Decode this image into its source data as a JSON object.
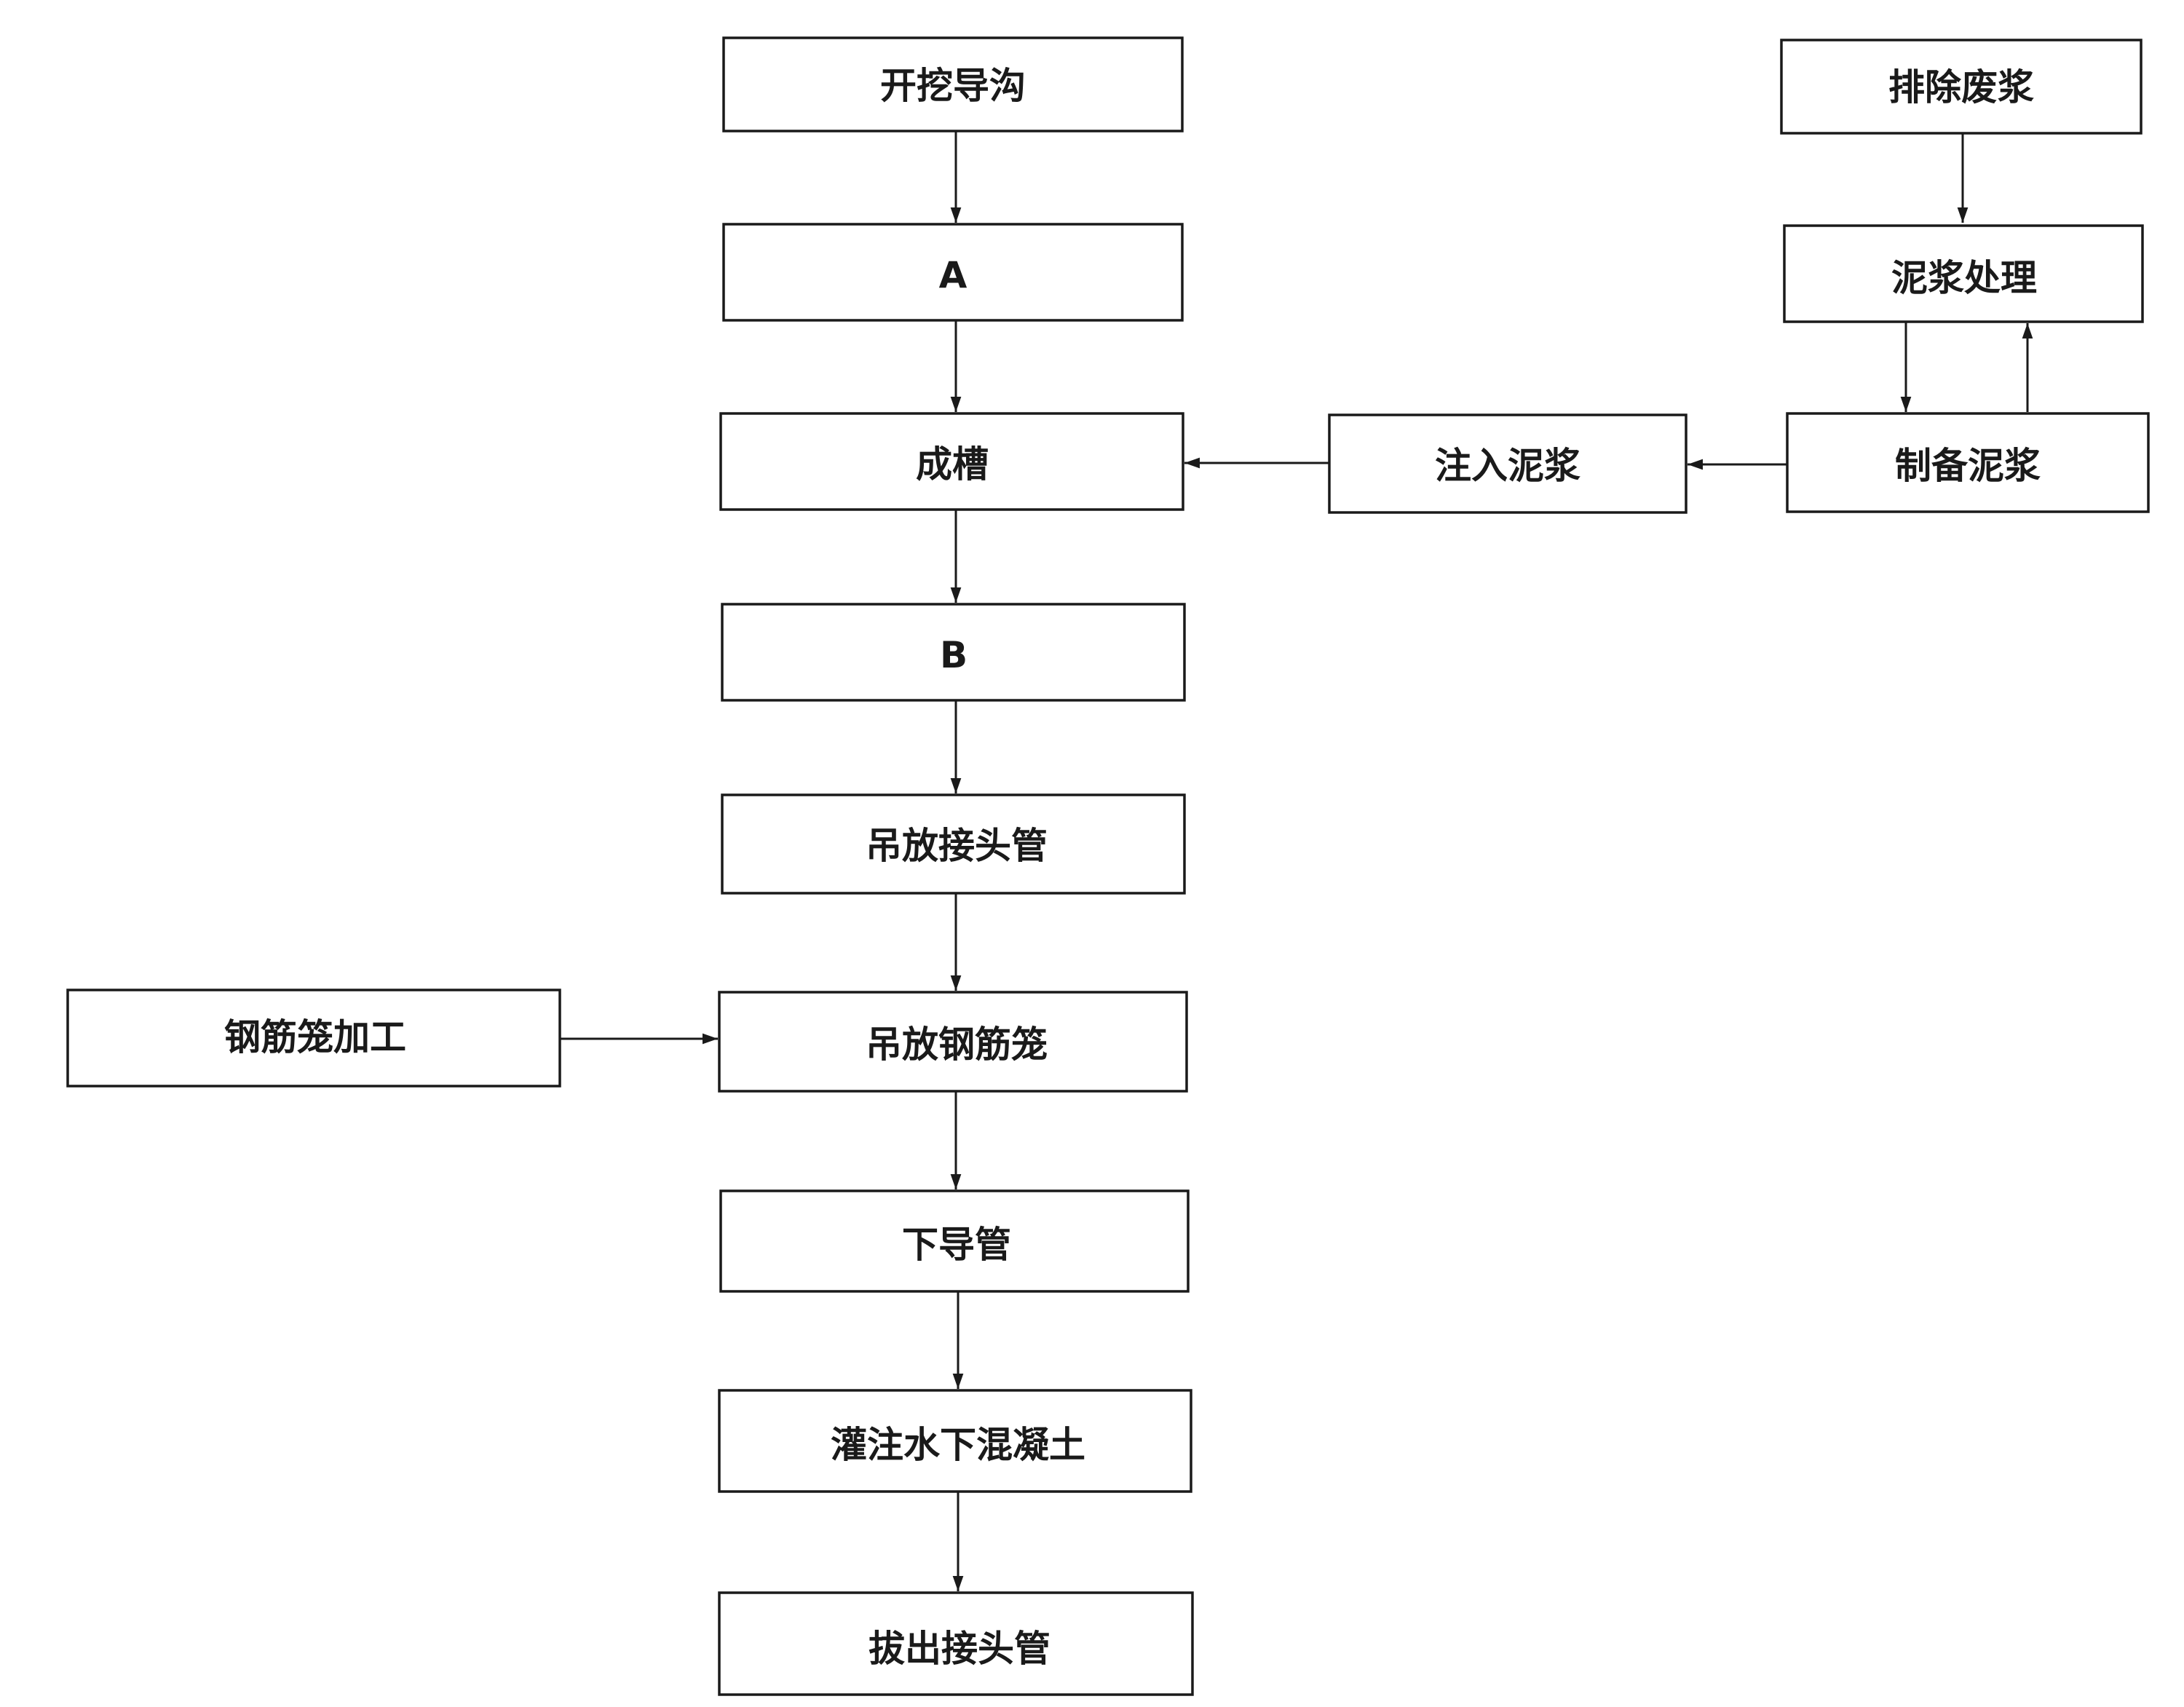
{
  "flowchart": {
    "nodes": {
      "kaiwa_daogou": "开挖导沟",
      "a": "A",
      "chengcao": "成槽",
      "b": "B",
      "diaofang_jietouguan": "吊放接头管",
      "diaofang_gangjinlong": "吊放钢筋笼",
      "xia_daoguan": "下导管",
      "guanzhu_hunningtu": "灌注水下混凝土",
      "bachu_jietouguan": "拔出接头管",
      "gangjinlong_jiagong": "钢筋笼加工",
      "paichu_feijiang": "排除废浆",
      "nijiang_chuli": "泥浆处理",
      "zhiyi_nijiang": "制备泥浆",
      "zhuru_nijiang": "注入泥浆"
    },
    "edges": [
      {
        "from": "kaiwa_daogou",
        "to": "a"
      },
      {
        "from": "a",
        "to": "chengcao"
      },
      {
        "from": "chengcao",
        "to": "b"
      },
      {
        "from": "b",
        "to": "diaofang_jietouguan"
      },
      {
        "from": "diaofang_jietouguan",
        "to": "diaofang_gangjinlong"
      },
      {
        "from": "diaofang_gangjinlong",
        "to": "xia_daoguan"
      },
      {
        "from": "xia_daoguan",
        "to": "guanzhu_hunningtu"
      },
      {
        "from": "guanzhu_hunningtu",
        "to": "bachu_jietouguan"
      },
      {
        "from": "gangjinlong_jiagong",
        "to": "diaofang_gangjinlong"
      },
      {
        "from": "paichu_feijiang",
        "to": "nijiang_chuli"
      },
      {
        "from": "nijiang_chuli",
        "to": "zhiyi_nijiang"
      },
      {
        "from": "zhiyi_nijiang",
        "to": "nijiang_chuli"
      },
      {
        "from": "zhiyi_nijiang",
        "to": "zhuru_nijiang"
      },
      {
        "from": "zhuru_nijiang",
        "to": "chengcao"
      }
    ],
    "colors": {
      "stroke": "#1a1a1a",
      "fill": "#ffffff",
      "text": "#1a1a1a"
    }
  }
}
